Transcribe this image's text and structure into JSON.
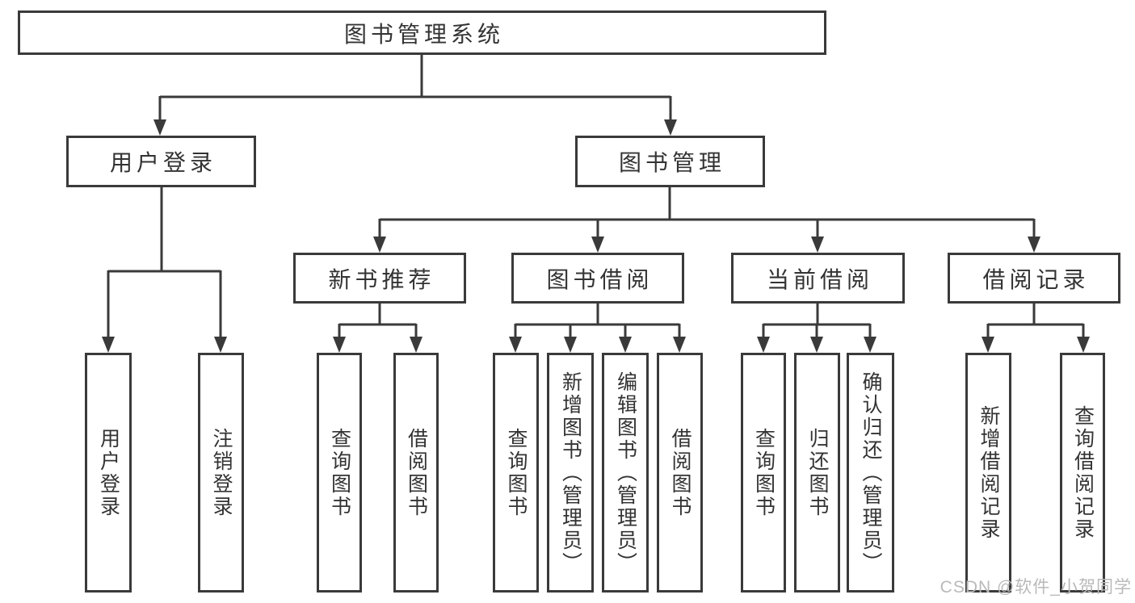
{
  "diagram": {
    "title_node": {
      "label": "图书管理系统"
    },
    "level1": [
      {
        "label": "用户登录"
      },
      {
        "label": "图书管理"
      }
    ],
    "level2": [
      {
        "label": "新书推荐"
      },
      {
        "label": "图书借阅"
      },
      {
        "label": "当前借阅"
      },
      {
        "label": "借阅记录"
      }
    ],
    "groups": [
      {
        "parent": "用户登录",
        "children": [
          {
            "label": "用户登录"
          },
          {
            "label": "注销登录"
          }
        ]
      },
      {
        "parent": "新书推荐",
        "children": [
          {
            "label": "查询图书"
          },
          {
            "label": "借阅图书"
          }
        ]
      },
      {
        "parent": "图书借阅",
        "children": [
          {
            "label": "查询图书"
          },
          {
            "label": "新增图书（管理员）"
          },
          {
            "label": "编辑图书（管理员）"
          },
          {
            "label": "借阅图书"
          }
        ]
      },
      {
        "parent": "当前借阅",
        "children": [
          {
            "label": "查询图书"
          },
          {
            "label": "归还图书"
          },
          {
            "label": "确认归还（管理员）"
          }
        ]
      },
      {
        "parent": "借阅记录",
        "children": [
          {
            "label": "新增借阅记录"
          },
          {
            "label": "查询借阅记录"
          }
        ]
      }
    ]
  },
  "watermark": {
    "text": "CSDN @软件_小贺同学"
  },
  "colors": {
    "line": "#3a3a3a",
    "text": "#333333",
    "watermark": "#b9b9b9",
    "background": "#ffffff"
  }
}
